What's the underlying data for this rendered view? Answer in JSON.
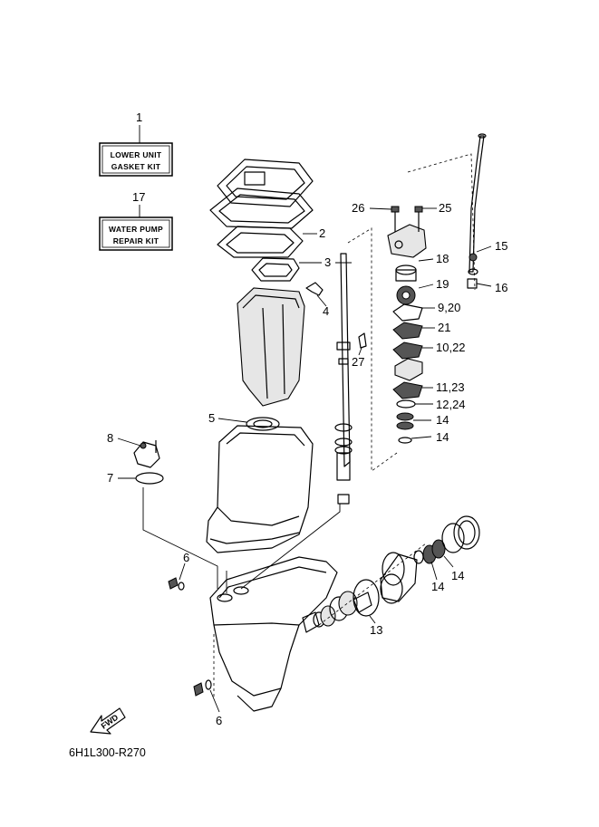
{
  "kits": {
    "gasket_kit": {
      "number": "1",
      "line1": "LOWER UNIT",
      "line2": "GASKET KIT"
    },
    "pump_kit": {
      "number": "17",
      "line1": "WATER PUMP",
      "line2": "REPAIR KIT"
    }
  },
  "callouts": {
    "c2": "2",
    "c3": "3",
    "c4": "4",
    "c5": "5",
    "c6a": "6",
    "c6b": "6",
    "c7": "7",
    "c8": "8",
    "c9_20": "9,20",
    "c10_22": "10,22",
    "c11_23": "11,23",
    "c12_24": "12,24",
    "c13": "13",
    "c14a": "14",
    "c14b": "14",
    "c14c": "14",
    "c14d": "14",
    "c15": "15",
    "c16": "16",
    "c18": "18",
    "c19": "19",
    "c21": "21",
    "c25": "25",
    "c26": "26",
    "c27": "27"
  },
  "direction": "FWD",
  "diagram_code": "6H1L300-R270"
}
